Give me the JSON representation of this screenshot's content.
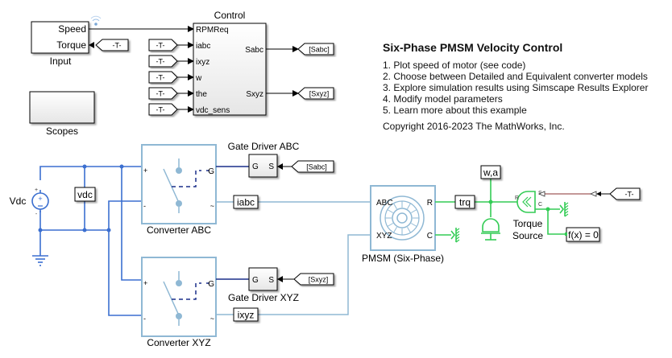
{
  "model": {
    "title": "Six-Phase PMSM Velocity Control",
    "steps": [
      "1. Plot speed of motor (see code)",
      "2. Choose between Detailed and Equivalent converter models",
      "3. Explore simulation results using Simscape Results Explorer",
      "4. Modify model parameters",
      "5. Learn more about this example"
    ],
    "copyright": "Copyright 2016-2023 The MathWorks, Inc."
  },
  "blocks": {
    "input": {
      "name": "Input",
      "ports": [
        "Speed",
        "Torque"
      ]
    },
    "scopes": {
      "name": "Scopes"
    },
    "control": {
      "name": "Control",
      "inputs": [
        "RPMReq",
        "iabc",
        "ixyz",
        "w",
        "the",
        "vdc_sens"
      ],
      "outputs": [
        "Sabc",
        "Sxyz"
      ]
    },
    "goto_sabc": "[Sabc]",
    "goto_sxyz": "[Sxyz]",
    "from_tag": "-T-",
    "vdc_source": {
      "name": "Vdc",
      "plus": "+",
      "minus": "-"
    },
    "vdc_sensor": "vdc",
    "converter_abc": {
      "name": "Converter ABC",
      "ports": [
        "+",
        "-",
        "G",
        "~"
      ]
    },
    "converter_xyz": {
      "name": "Converter XYZ",
      "ports": [
        "+",
        "-",
        "G",
        "~"
      ]
    },
    "gate_driver_abc": {
      "name": "Gate Driver ABC",
      "ports": [
        "G",
        "S"
      ]
    },
    "gate_driver_xyz": {
      "name": "Gate Driver XYZ",
      "ports": [
        "G",
        "S"
      ]
    },
    "from_sabc": "[Sabc]",
    "from_sxyz": "[Sxyz]",
    "iabc_sensor": "iabc",
    "ixyz_sensor": "ixyz",
    "pmsm": {
      "name": "PMSM (Six-Phase)",
      "ports": [
        "ABC",
        "XYZ",
        "R",
        "C"
      ]
    },
    "trq_sensor": "trq",
    "wa_sensor": "w,a",
    "torque_source": {
      "name_line1": "Torque",
      "name_line2": "Source",
      "ports": [
        "R",
        "C",
        "S"
      ]
    },
    "solver": "f(x) = 0"
  },
  "colors": {
    "electrical": "#3b6fd0",
    "converter_frame": "#8fb8d4",
    "gate_wire": "#1a2f8a",
    "mechanical": "#33cc55",
    "physical_signal": "#a05a5a",
    "signal": "#000000"
  }
}
